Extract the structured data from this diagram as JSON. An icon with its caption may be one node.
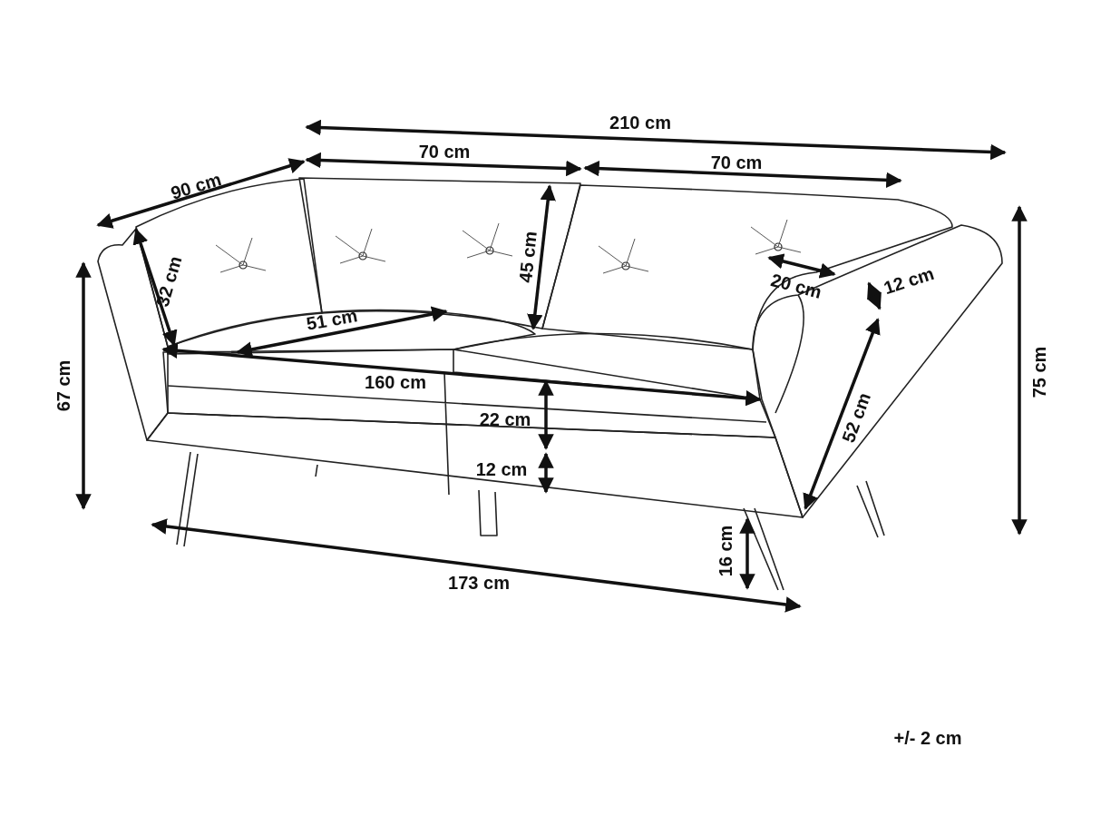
{
  "diagram": {
    "labels": [
      "210 cm",
      "70 cm",
      "70 cm",
      "90 cm",
      "45 cm",
      "32 cm",
      "20 cm",
      "12 cm",
      "51 cm",
      "67 cm",
      "75 cm",
      "160 cm",
      "22 cm",
      "52 cm",
      "12 cm",
      "16 cm",
      "173 cm",
      "+/- 2 cm"
    ]
  }
}
